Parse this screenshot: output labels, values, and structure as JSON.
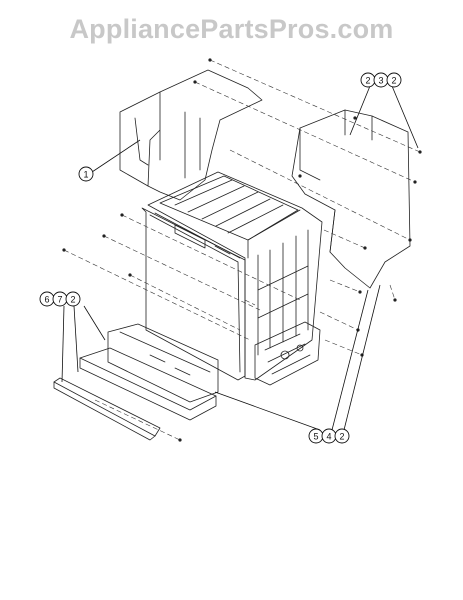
{
  "watermark": "AppliancePartsPros.com",
  "callouts": {
    "c1": [
      "1"
    ],
    "c2": [
      "2",
      "3",
      "2"
    ],
    "c3": [
      "6",
      "7",
      "2"
    ],
    "c4": [
      "5",
      "4",
      "2"
    ]
  }
}
